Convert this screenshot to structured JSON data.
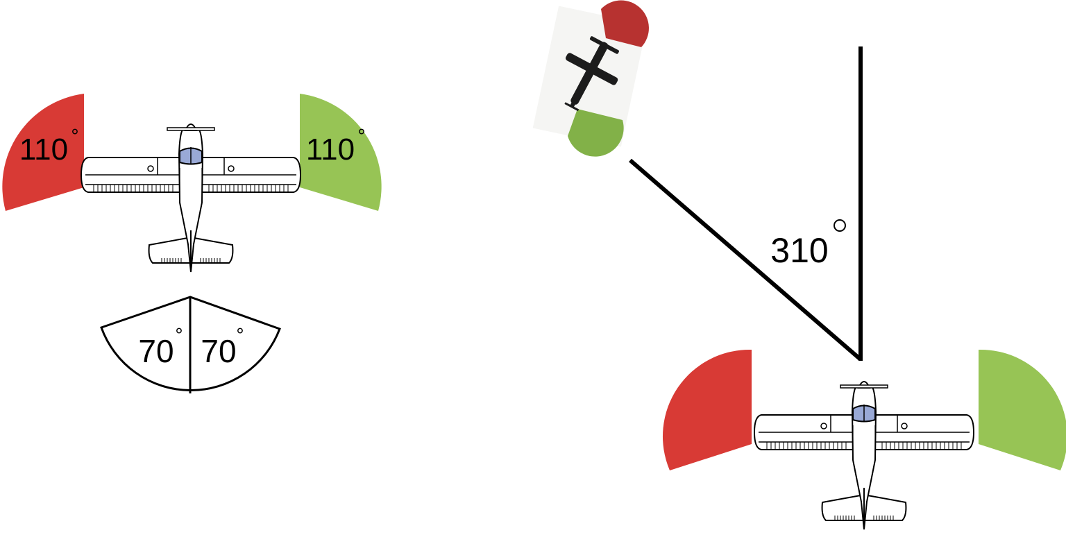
{
  "colors": {
    "port_red": "#d83a35",
    "starboard_green": "#97c455",
    "canopy_blue": "#99a9d6",
    "outline": "#000000",
    "background": "#ffffff"
  },
  "left_figure": {
    "port_sector_label": "110",
    "starboard_sector_label": "110",
    "tail_left_label": "70",
    "tail_right_label": "70",
    "degree_symbol": "°"
  },
  "right_figure": {
    "angle_label": "310",
    "degree_symbol": "°"
  }
}
